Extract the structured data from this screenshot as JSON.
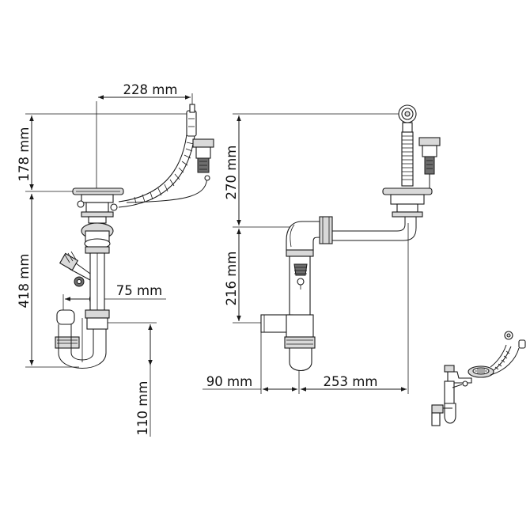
{
  "diagram": {
    "front_view": {
      "dim_width_top": "228 mm",
      "dim_height_top": "178 mm",
      "dim_height_main": "418 mm",
      "dim_offset_pipe": "75 mm",
      "dim_height_trap": "110 mm"
    },
    "side_view": {
      "dim_height_top": "270 mm",
      "dim_height_mid": "216 mm",
      "dim_outlet_left": "90 mm",
      "dim_outlet_right": "253 mm"
    },
    "colors": {
      "line": "#1a1a1a",
      "fill_light": "#d9d9d9",
      "fill_dark": "#6e6e6e"
    }
  }
}
